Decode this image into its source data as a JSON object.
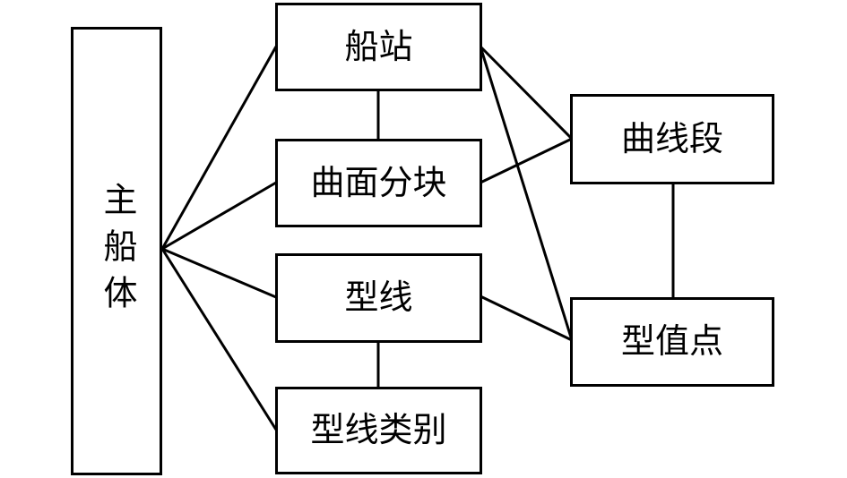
{
  "diagram": {
    "background_color": "#ffffff",
    "stroke_color": "#000000",
    "nodes": {
      "main_hull": {
        "label": "主船体",
        "text_orientation": "vertical"
      },
      "station": {
        "label": "船站"
      },
      "surface_patch": {
        "label": "曲面分块"
      },
      "mold_line": {
        "label": "型线"
      },
      "line_category": {
        "label": "型线类别"
      },
      "curve_segment": {
        "label": "曲线段"
      },
      "offset_point": {
        "label": "型值点"
      }
    },
    "edges": [
      {
        "from": "main_hull",
        "to": "station"
      },
      {
        "from": "main_hull",
        "to": "surface_patch"
      },
      {
        "from": "main_hull",
        "to": "mold_line"
      },
      {
        "from": "main_hull",
        "to": "line_category"
      },
      {
        "from": "station",
        "to": "surface_patch"
      },
      {
        "from": "station",
        "to": "curve_segment"
      },
      {
        "from": "station",
        "to": "offset_point"
      },
      {
        "from": "surface_patch",
        "to": "curve_segment"
      },
      {
        "from": "mold_line",
        "to": "line_category"
      },
      {
        "from": "mold_line",
        "to": "offset_point"
      },
      {
        "from": "curve_segment",
        "to": "offset_point"
      }
    ]
  }
}
